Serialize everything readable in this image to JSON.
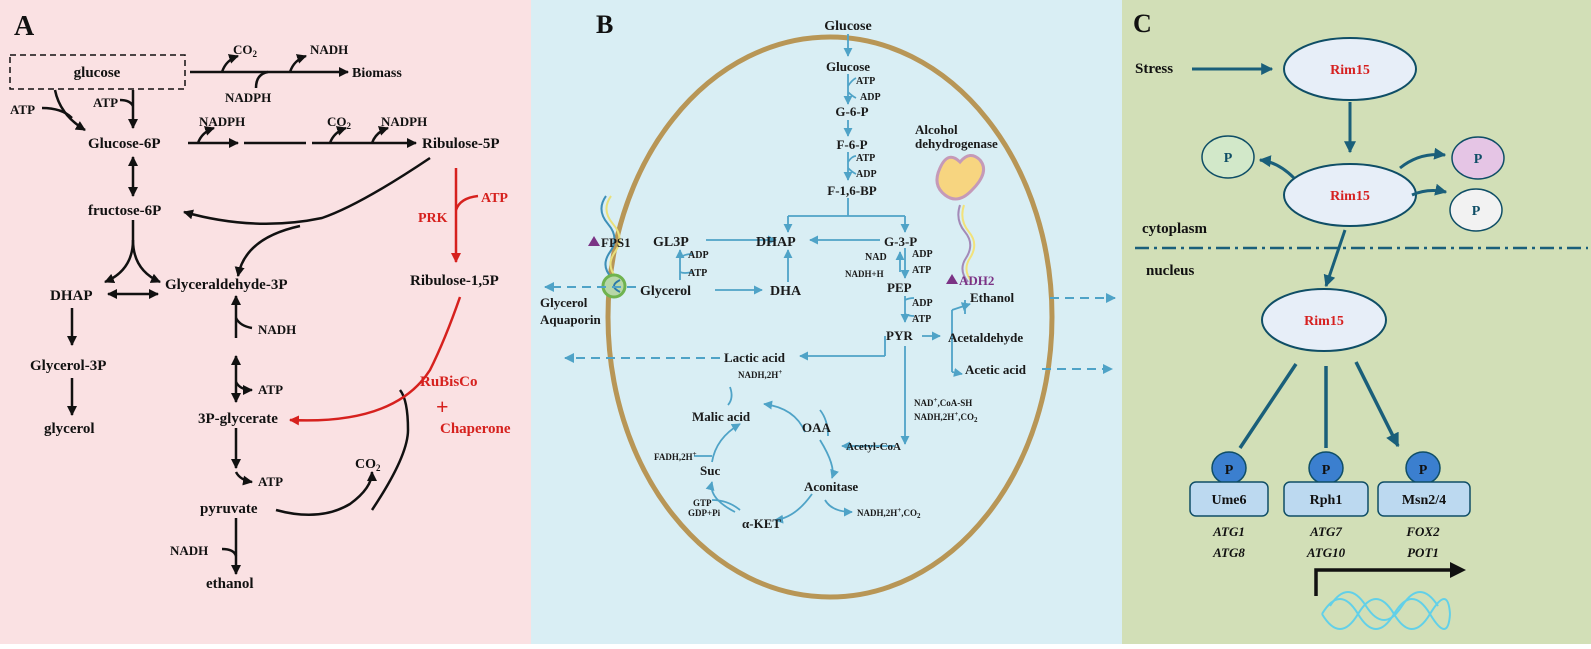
{
  "colors": {
    "panel_a_bg": "#fae1e3",
    "panel_b_bg": "#d9eef4",
    "panel_c_bg": "#d2dfb7",
    "red_accent": "#d6211e",
    "blue_arrow": "#4fa3c7",
    "cell_border": "#b89656",
    "teal_arrow": "#1a5f7a",
    "rim15_fill": "#e7eef8",
    "rim15_text": "#d62020",
    "p_green": "#d2e8c9",
    "p_pink": "#e5c5e5",
    "p_white": "#f2f2f2",
    "p_blue": "#3b7fcf",
    "box_blue": "#bcd9f0",
    "dna_cyan": "#62d0e8"
  },
  "panel_a": {
    "label": "A",
    "glucose": "glucose",
    "co2": "CO",
    "co2_sub": "2",
    "nadh": "NADH",
    "biomass": "Biomass",
    "nadph": "NADPH",
    "atp": "ATP",
    "glucose_6p": "Glucose-6P",
    "ribulose_5p": "Ribulose-5P",
    "fructose_6p": "fructose-6P",
    "dhap": "DHAP",
    "glyceraldehyde_3p": "Glyceraldehyde-3P",
    "glycerol_3p": "Glycerol-3P",
    "glycerol": "glycerol",
    "prk": "PRK",
    "ribulose_15p": "Ribulose-1,5P",
    "rubisco": "RuBisCo",
    "plus": "+",
    "chaperone": "Chaperone",
    "pg3": "3P-glycerate",
    "pyruvate": "pyruvate",
    "ethanol": "ethanol"
  },
  "panel_b": {
    "label": "B",
    "glucose_out": "Glucose",
    "glucose_in": "Glucose",
    "atp": "ATP",
    "adp": "ADP",
    "g6p": "G-6-P",
    "f6p": "F-6-P",
    "f16bp": "F-1,6-BP",
    "alcohol_dh_1": "Alcohol",
    "alcohol_dh_2": "dehydrogenase",
    "fps1": "FPS1",
    "gl3p": "GL3P",
    "dhap": "DHAP",
    "g3p": "G-3-P",
    "nad": "NAD",
    "nadh_h": "NADH+H",
    "glycerol": "Glycerol",
    "dha": "DHA",
    "pep": "PEP",
    "adh2": "ADH2",
    "ethanol": "Ethanol",
    "glycerol_aquaporin_1": "Glycerol",
    "glycerol_aquaporin_2": "Aquaporin",
    "pyr": "PYR",
    "acetaldehyde": "Acetaldehyde",
    "lactic_acid": "Lactic acid",
    "nadh2h": "NADH,2H",
    "acetic_acid": "Acetic acid",
    "nad_coa": "NAD",
    "nad_coa_rest": ",CoA-SH",
    "nadh2h_co2": "NADH,2H",
    "nadh2h_co2_rest": ",CO",
    "malic_acid": "Malic acid",
    "oaa": "OAA",
    "acetyl_coa": "Acetyl-CoA",
    "fadh2h": "FADH,2H",
    "suc": "Suc",
    "aconitase": "Aconitase",
    "gtp": "GTP",
    "gdp_pi": "GDP+Pi",
    "akg": "α-KET",
    "nadh2h_co2_2": "NADH,2H",
    "nadh2h_co2_2_rest": ",CO"
  },
  "panel_c": {
    "label": "C",
    "stress": "Stress",
    "rim15_1": "Rim15",
    "rim15_2": "Rim15",
    "rim15_3": "Rim15",
    "p": "P",
    "cytoplasm": "cytoplasm",
    "nucleus": "nucleus",
    "ume6": "Ume6",
    "rph1": "Rph1",
    "msn": "Msn2/4",
    "atg1": "ATG1",
    "atg8": "ATG8",
    "atg7": "ATG7",
    "atg10": "ATG10",
    "fox2": "FOX2",
    "pot1": "POT1"
  }
}
